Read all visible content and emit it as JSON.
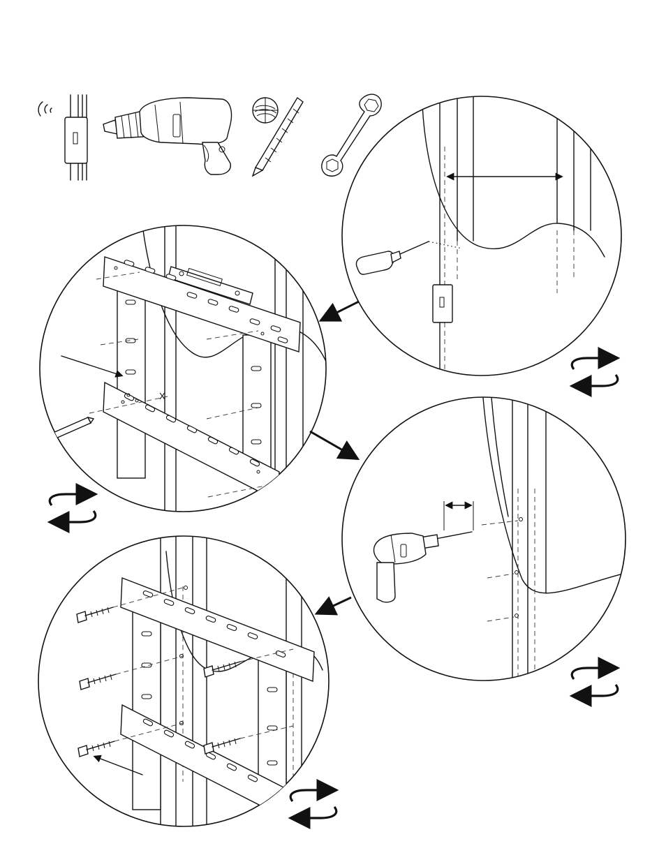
{
  "page": {
    "background": "#ffffff",
    "ink": "#111111"
  },
  "tools": [
    {
      "name": "stud-finder-icon"
    },
    {
      "name": "power-drill-icon"
    },
    {
      "name": "drill-bit-wood-icon"
    },
    {
      "name": "socket-wrench-icon"
    }
  ],
  "steps": [
    {
      "name": "step-locate-studs",
      "icon": "repeat-cycle-icon"
    },
    {
      "name": "step-level-and-mark",
      "icon": "repeat-cycle-icon"
    },
    {
      "name": "step-drill-pilot-holes",
      "icon": "repeat-cycle-icon"
    },
    {
      "name": "step-attach-lag-bolts",
      "icon": "repeat-cycle-icon"
    }
  ],
  "markings": {
    "center_mark": "X"
  }
}
